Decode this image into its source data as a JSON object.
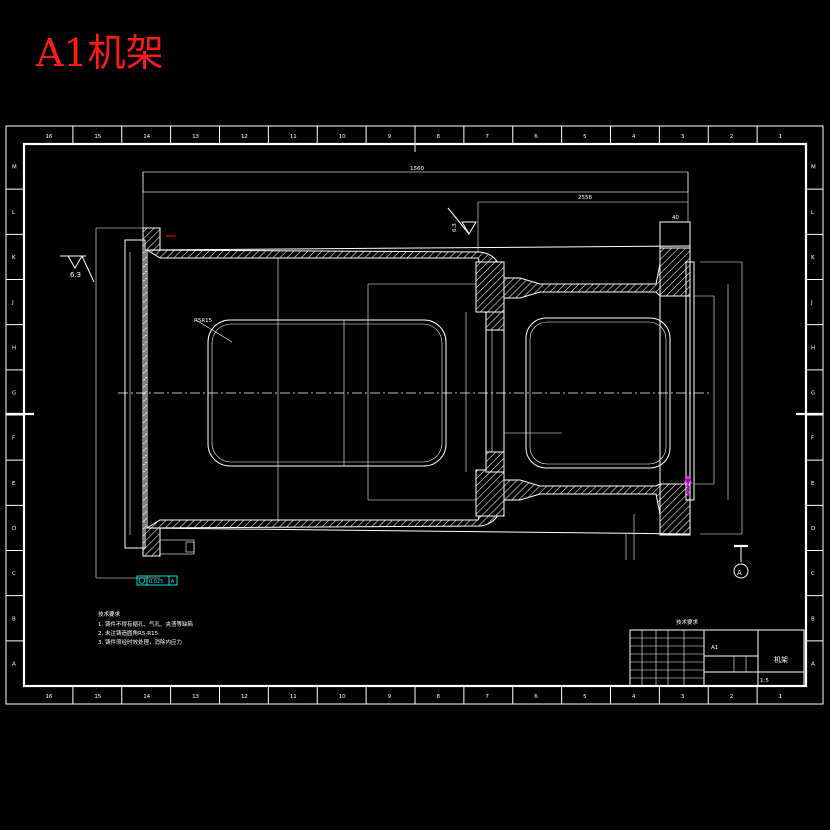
{
  "title": "A1机架",
  "colors": {
    "background": "#000000",
    "lines": "#ffffff",
    "title": "#ff1a1a",
    "datum_box": "#00e0e0",
    "marker": "#ff00ff"
  },
  "columns": [
    "16",
    "15",
    "14",
    "13",
    "12",
    "11",
    "10",
    "9",
    "8",
    "7",
    "6",
    "5",
    "4",
    "3",
    "2",
    "1"
  ],
  "rows": [
    "M",
    "L",
    "K",
    "J",
    "H",
    "G",
    "F",
    "E",
    "D",
    "C",
    "B",
    "A"
  ],
  "roughness": [
    "6.3",
    "6.3"
  ],
  "section_label": "A",
  "dimensions": {
    "overall_top": "1560",
    "right_span": "2558",
    "right_small": "40",
    "radius_note": "R5R15",
    "tolerance_box": "0.025"
  },
  "tech_requirements_title": "技术要求",
  "tech_requirements_lines": [
    "1. 铸件不得有缩孔、气孔、夹渣等缺陷",
    "2. 未注铸造圆角R5-R15",
    "3. 铸件须经时效处理，消除内应力"
  ],
  "title_block": {
    "name": "机架",
    "drawing_no": "A1",
    "scale": "1:5",
    "note_label": "技术要求"
  }
}
